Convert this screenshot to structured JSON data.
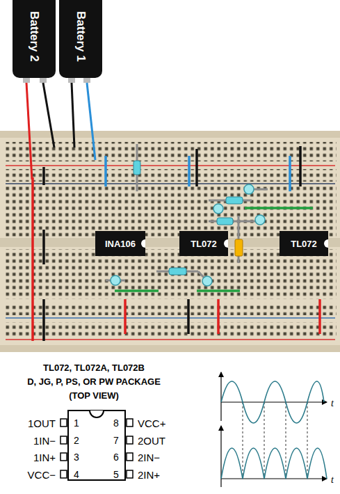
{
  "diagram": {
    "nodes": [
      {
        "text": [
          "Battery 2"
        ]
      },
      {
        "text": [
          "Battery 1"
        ]
      },
      {
        "text": [
          "INA106"
        ]
      },
      {
        "text": [
          "TL072"
        ]
      },
      {
        "text": [
          "TL072"
        ]
      }
    ],
    "labels": [
      "TL072, TL072A, TL072B",
      "D, JG, P, PS, OR PW PACKAGE",
      "(TOP VIEW)",
      "1OUT",
      "1IN−",
      "1IN+",
      "VCC−",
      "VCC+",
      "2OUT",
      "2IN−",
      "2IN+",
      "1",
      "2",
      "3",
      "4",
      "8",
      "7",
      "6",
      "5",
      "t",
      "t"
    ]
  }
}
